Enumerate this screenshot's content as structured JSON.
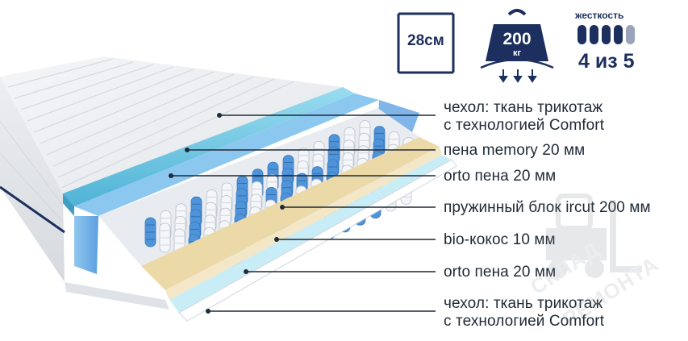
{
  "icons": {
    "height": {
      "value": "28см"
    },
    "weight": {
      "value": "200",
      "unit": "кг"
    },
    "stiffness": {
      "title": "жесткость",
      "value": "4 из 5",
      "level": 4,
      "max": 5
    }
  },
  "layers": [
    {
      "line1": "чехол: ткань трикотаж",
      "line2": "с технологией Comfort"
    },
    {
      "line1": "пена memory 20 мм"
    },
    {
      "line1": "orto пена 20 мм"
    },
    {
      "line1": "пружинный блок ircut 200 мм"
    },
    {
      "line1": "bio-кокос 10 мм"
    },
    {
      "line1": "orto пена 20 мм"
    },
    {
      "line1": "чехол: ткань трикотаж",
      "line2": "с технологией Comfort"
    }
  ],
  "watermark": {
    "line1": "СКЛАД",
    "line2": "РЕМОНТА"
  },
  "colors": {
    "navy": "#1c2f5e",
    "light_blue": "#7ccfe6",
    "spring_blue": "#4f94d8",
    "coco": "#ecd9a8"
  }
}
